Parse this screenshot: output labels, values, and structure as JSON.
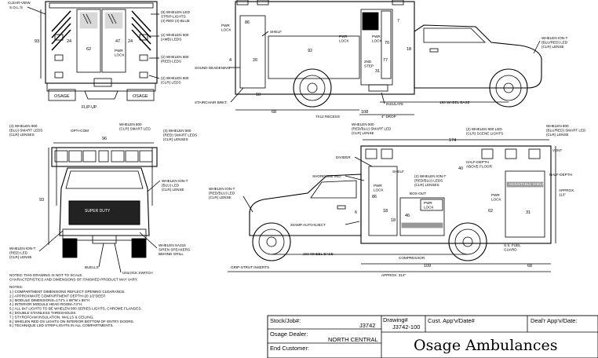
{
  "rear_view": {
    "labels": {
      "clear_view": "CLEAR-VIEW",
      "sols": "S.O.L.'S",
      "strip_lights": "(8) WHELEN LED\nSTRIP-LIGHTS\n(4) RED (4) BLUE",
      "amb_leds": "(2) WHELEN 600\n(AMB) LEDS",
      "red_leds": "(2) WHELEN 600\n(RED) LEDS",
      "clr_leds": "(2) WHELEN 600\n(CLR) LEDS",
      "pwr_lock": "PWR\nLOCK",
      "flip_up": "FLIP-UP",
      "mudflap_left": "OSAGE",
      "mudflap_right": "OSAGE"
    },
    "dims": {
      "h": "93",
      "w1": "24",
      "w2": "47",
      "w3": "24",
      "door": "62"
    }
  },
  "side_view_top": {
    "labels": {
      "pwr_lock_1": "PWR\nLOCK",
      "shelf": "SHELF",
      "sound": "SOUND DEADENING",
      "stairchair": "STAIRCHAIR BRKT.",
      "pwr_lock_2": "PWR\nLOCK",
      "pwr_lock_3": "PWR\nLOCK",
      "second_step": "2ND\nSTEP",
      "insulate": "INSULATE",
      "recess": "7X12 RECESS",
      "drop": "4\" DROP",
      "wheelbase": "193 WHEEL BASE",
      "ion_t": "WHELEN ION-T\n(BLU/RED) LED\n(CLR) LENSE"
    },
    "dims": {
      "a": "86",
      "b": "92",
      "c": "4",
      "d": "20",
      "e": "10",
      "f": "68",
      "g": "108",
      "h": "31",
      "i": "77",
      "j": "70",
      "k": "18",
      "l": "7"
    }
  },
  "front_view": {
    "labels": {
      "w900_left": "(3) WHELEN 900\n(BLU) SMART LEDS\n(CLR) LENSES",
      "opti_com": "OPTI-COM",
      "w900_center": "WHELEN 900\n(CLR) SMART LED",
      "w900_right": "(3) WHELEN 900\n(RED) SMART LEDS\n(CLR) LENSES",
      "ion_t_blu": "WHELEN ION-T\n(BLU) LED\n(CLR) LENSE",
      "ion_t_red": "WHELEN ION-T\n(RED) LED\n(CLR) LENSE",
      "sa315": "WHELEN SA315\nSIREN SPEAKERS\nBEHIND GRILL",
      "buells": "BUELLS",
      "unlock": "UNLOCK SWITCH",
      "grille": "SUPER DUTY"
    },
    "dims": {
      "h": "93",
      "w": "96"
    }
  },
  "side_view_bottom": {
    "labels": {
      "w900_redblu": "WHELEN 900\n(RED/BLU) SMART LED\n(CLR) LENSE",
      "w900_scene": "(2) WHELEN 900 LED\n(CLR) SCENE LIGHTS",
      "w900_right": "WHELEN 900\n(BLU/RED) SMART LED\n(CLR) LENSE",
      "vent": "VENT",
      "divider": "DIVIDER",
      "shelf": "SHELF",
      "shoreline": "SHORELINE IND.",
      "ion_t": "WHELEN ION-T\n(RED/BLU) LED\n(CLR) LENSE",
      "ion_t_2": "(2) WHELEN ION-T\n(RED/BLU) LEDS\n(CLR) LENSES",
      "half_depth_floor": "HALF-DEPTH\nABOVE FLOOR",
      "half_depth": "HALF-DEPTH",
      "box_out": "BOX-OUT",
      "pwr_lock_1": "PWR\nLOCK",
      "pwr_lock_2": "PWR\nLOCK",
      "pwr_lock_3": "PWR\nLOCK",
      "adjustable": "ADJUSTABLE SHELF",
      "auto_eject": "20AMP AUTO-EJECT",
      "wheelbase": "193 WHEEL BASE",
      "fuel_guard": "S.S. FUEL\nGUARD",
      "compressor": "COMPRESSOR",
      "grip_strut": "GRIP-STRUT INSERTS",
      "approx_314": "APPROX. 314\"",
      "approx_113": "APPROX.\n113\""
    },
    "dims": {
      "a": "174",
      "b": "40",
      "c": "86",
      "d": "18",
      "e": "46",
      "f": "62",
      "g": "31",
      "h": "18",
      "i": "109",
      "j": "68",
      "k": "6"
    }
  },
  "notes": {
    "disclaimer": "NOTES: THIS DRAWING IS NOT TO SCALE.\nCHARACTERISTICS AND DIMENSIONS OF FINISHED PRODUCT MAY VARY.",
    "title": "NOTES:",
    "items": [
      "1.) COMPARTMENT DIMENSIONS REFLECT OPENING CLEARANCE.",
      "2.) APPROXIMATE COMPARTMENT DEPTH=20 1/2\"DEEP.",
      "3.) MODULE DIMENSIONS=174\"L x 96\"W x 95\"H",
      "4.) INTERIOR MODULE HEAD ROOM=74\"H.",
      "5.) ALL 9x7 LIGHTS TO BE WHELEN 900 SERIES LIGHTS, CHROME FLANGES.",
      "6.) DOUBLE STAINLESS THRESHOLDS.",
      "7.) STYROFOAM INSULATION, WALLS & CEILING.",
      "8.) WHELEN RED OS LIGHTS ON INTERIOR BOTTOM OF ENTRY DOORS.",
      "9.) TECHNIQUE LED STRIP-LIGHTS IN ALL COMPARTMENTS."
    ]
  },
  "title_block": {
    "stock_label": "Stock/Job#:",
    "stock_value": "J3742",
    "drawing_label": "Drawing#",
    "drawing_value": "J3742-100",
    "cust_label": "Cust. App'v/Date#",
    "dealer_appv_label": "Deal'r App'v/Date:",
    "dealer_label": "Osage Dealer:",
    "dealer_value": "NORTH CENTRAL",
    "end_customer_label": "End Customer:",
    "brand": "Osage Ambulances"
  }
}
